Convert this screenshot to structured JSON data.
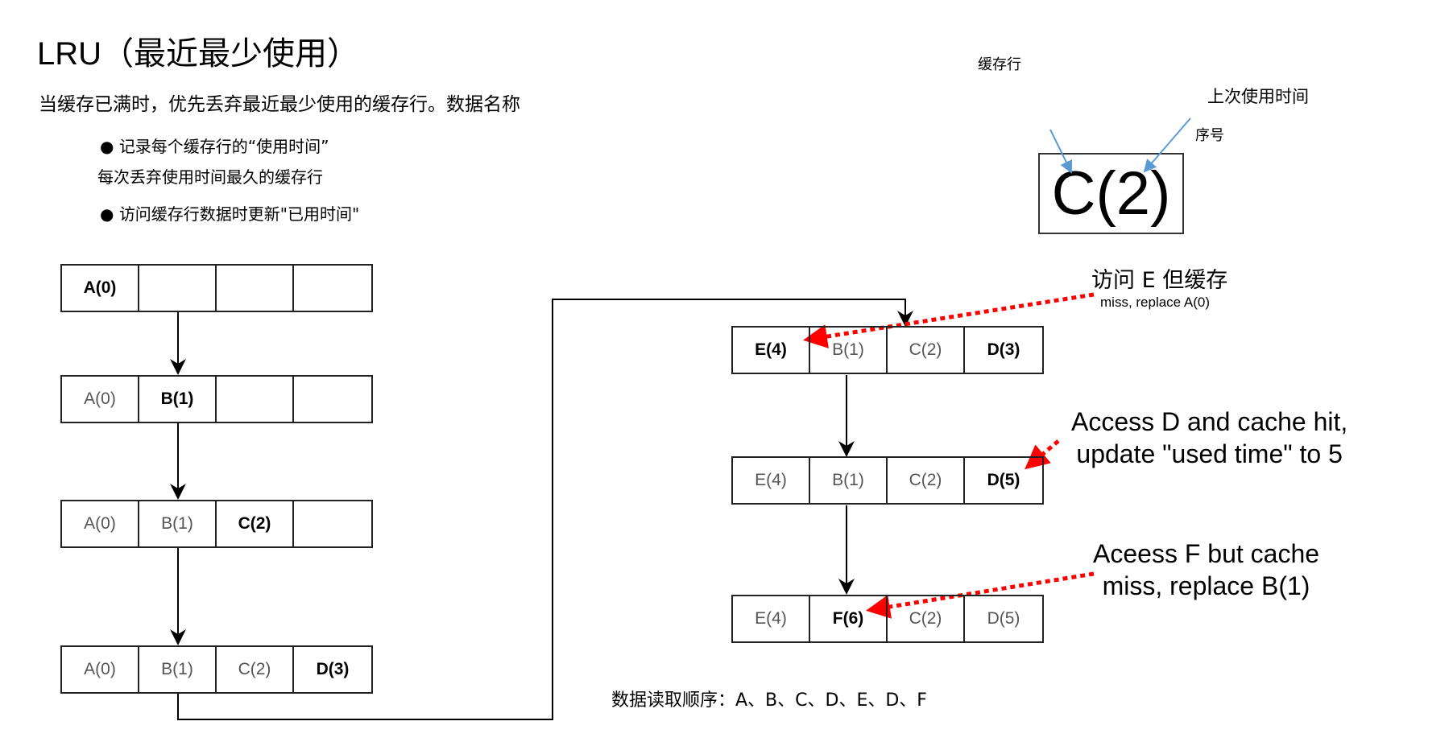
{
  "title": "LRU（最近最少使用）",
  "subtitle": "当缓存已满时，优先丢弃最近最少使用的缓存行。数据名称",
  "bullets": [
    {
      "marker": "●",
      "text": "记录每个缓存行的“使用时间”"
    },
    {
      "marker": "",
      "text": "每次丢弃使用时间最久的缓存行"
    },
    {
      "marker": "●",
      "text": "访问缓存行数据时更新\"已用时间\""
    }
  ],
  "legend": {
    "cache_line_label": "缓存行",
    "last_used_label": "上次使用时间",
    "seq_label": "序号",
    "example": "C(2)"
  },
  "left_rows": [
    [
      {
        "t": "A(0)",
        "b": true
      },
      {
        "t": "",
        "b": false
      },
      {
        "t": "",
        "b": false
      },
      {
        "t": "",
        "b": false
      }
    ],
    [
      {
        "t": "A(0)",
        "b": false
      },
      {
        "t": "B(1)",
        "b": true
      },
      {
        "t": "",
        "b": false
      },
      {
        "t": "",
        "b": false
      }
    ],
    [
      {
        "t": "A(0)",
        "b": false
      },
      {
        "t": "B(1)",
        "b": false
      },
      {
        "t": "C(2)",
        "b": true
      },
      {
        "t": "",
        "b": false
      }
    ],
    [
      {
        "t": "A(0)",
        "b": false
      },
      {
        "t": "B(1)",
        "b": false
      },
      {
        "t": "C(2)",
        "b": false
      },
      {
        "t": "D(3)",
        "b": true
      }
    ]
  ],
  "right_rows": [
    [
      {
        "t": "E(4)",
        "b": true
      },
      {
        "t": "B(1)",
        "b": false
      },
      {
        "t": "C(2)",
        "b": false
      },
      {
        "t": "D(3)",
        "b": true
      }
    ],
    [
      {
        "t": "E(4)",
        "b": false
      },
      {
        "t": "B(1)",
        "b": false
      },
      {
        "t": "C(2)",
        "b": false
      },
      {
        "t": "D(5)",
        "b": true
      }
    ],
    [
      {
        "t": "E(4)",
        "b": false
      },
      {
        "t": "F(6)",
        "b": true
      },
      {
        "t": "C(2)",
        "b": false
      },
      {
        "t": "D(5)",
        "b": false
      }
    ]
  ],
  "annotations": {
    "e_line1": "访问 E 但缓存",
    "e_line2": "miss, replace A(0)",
    "d_line1": "Access D and cache hit,",
    "d_line2": "update \"used time\" to 5",
    "f_line1": "Aceess F but cache",
    "f_line2": "miss, replace B(1)"
  },
  "read_order": "数据读取顺序：A、B、C、D、E、D、F",
  "colors": {
    "highlight_arrow": "#ff0000",
    "legend_arrow": "#5b9bd5",
    "dim_text": "#555555"
  }
}
